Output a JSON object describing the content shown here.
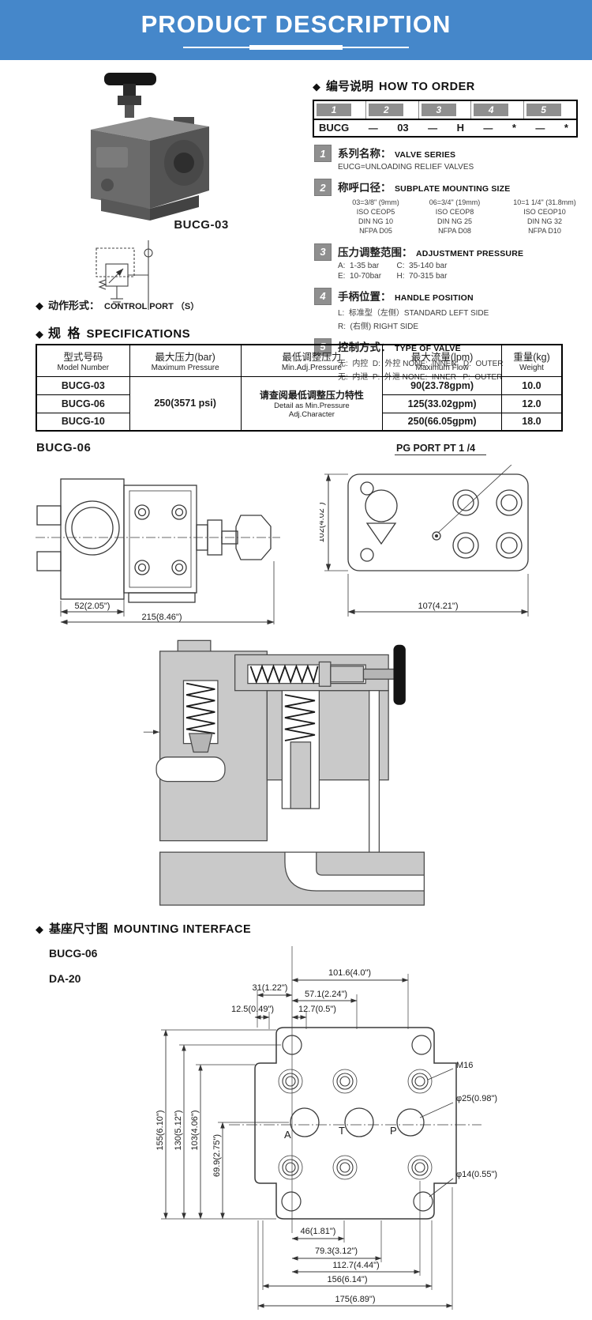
{
  "colors": {
    "header_bg": "#4587CA",
    "badge_gray": "#8F8F8F"
  },
  "header": {
    "title": "PRODUCT DESCRIPTION"
  },
  "product": {
    "photo_label": "BUCG-03",
    "control_port": {
      "diamond": "◆",
      "cn": "动作形式：",
      "en": "CONTROL PORT （S）"
    }
  },
  "how_to_order": {
    "diamond": "◆",
    "title_cn": "编号说明",
    "title_en": "HOW TO ORDER",
    "code_cols": [
      "1",
      "2",
      "3",
      "4",
      "5"
    ],
    "code_row": [
      "BUCG",
      "—",
      "03",
      "—",
      "H",
      "—",
      "*",
      "—",
      "*"
    ],
    "items": [
      {
        "num": "1",
        "cn": "系列名称：",
        "en": "VALVE SERIES",
        "line1": "EUCG=UNLOADING RELIEF VALVES"
      },
      {
        "num": "2",
        "cn": "称呼口径：",
        "en": "SUBPLATE MOUNTING SIZE",
        "col1": [
          "03=3/8\" (9mm)",
          "ISO CEOP5",
          "DIN NG 10",
          "NFPA D05"
        ],
        "col2": [
          "06=3/4\" (19mm)",
          "ISO CEOP8",
          "DIN NG 25",
          "NFPA D08"
        ],
        "col3": [
          "10=1 1/4\" (31.8mm)",
          "ISO CEOP10",
          "DIN NG 32",
          "NFPA D10"
        ]
      },
      {
        "num": "3",
        "cn": "压力调整范围：",
        "en": "ADJUSTMENT PRESSURE",
        "line1": "A:  1-35 bar        C:  35-140 bar",
        "line2": "E:  10-70bar       H:  70-315 bar"
      },
      {
        "num": "4",
        "cn": "手柄位置：",
        "en": "HANDLE POSITION",
        "line1": "L:  标准型（左侧）STANDARD LEFT SIDE",
        "line2": "R:  (右侧) RIGHT SIDE"
      },
      {
        "num": "5",
        "cn": "控制方式：",
        "en": "TYPE OF VALVE",
        "line1": "无:  内控  D:  外控 NONE:  INNER   D:  OUTER",
        "line2": "无:  内泄  P:  外泄 NONE:  INNER   P:  OUTER"
      }
    ]
  },
  "specifications": {
    "diamond": "◆",
    "title_cn": "规  格",
    "title_en": "SPECIFICATIONS",
    "headers": {
      "model_cn": "型式号码",
      "model_en": "Model Number",
      "pressure_cn": "最大压力(bar)",
      "pressure_en": "Maximum Pressure",
      "minadj_cn": "最低调整压力",
      "minadj_en": "Min.Adj.Pressure",
      "flow_cn": "最大流量(lpm)",
      "flow_en": "Maximum Flow",
      "weight_cn": "重量(kg)",
      "weight_en": "Weight"
    },
    "max_pressure": "250(3571 psi)",
    "min_adj_cn": "请查阅最低调整压力特性",
    "min_adj_en1": "Detail as Min.Pressure",
    "min_adj_en2": "Adj.Character",
    "rows": [
      {
        "model": "BUCG-03",
        "flow": "90(23.78gpm)",
        "weight": "10.0"
      },
      {
        "model": "BUCG-06",
        "flow": "125(33.02gpm)",
        "weight": "12.0"
      },
      {
        "model": "BUCG-10",
        "flow": "250(66.05gpm)",
        "weight": "18.0"
      }
    ]
  },
  "outline": {
    "model": "BUCG-06",
    "pg_port": "PG PORT PT 1 /4",
    "dim_front_width": "52(2.05\")",
    "dim_total_width": "215(8.46\")",
    "dim_side_height": "102(4.02\")",
    "dim_side_width": "107(4.21\")"
  },
  "mounting": {
    "diamond": "◆",
    "title_cn": "基座尺寸图",
    "title_en": "MOUNTING INTERFACE",
    "model": "BUCG-06",
    "subplate": "DA-20",
    "port_a": "A",
    "port_t": "T",
    "port_p": "P",
    "callout_m16": "M16",
    "callout_d25": "φ25(0.98\")",
    "callout_d14": "φ14(0.55\")",
    "dim_101": "101.6(4.0\")",
    "dim_31": "31(1.22\")",
    "dim_57": "57.1(2.24\")",
    "dim_125": "12.5(0.49\")",
    "dim_127": "12.7(0.5\")",
    "dim_155": "155(6.10\")",
    "dim_130": "130(5.12\")",
    "dim_103": "103(4.06\")",
    "dim_699": "69.9(2.75\")",
    "dim_46": "46(1.81\")",
    "dim_793": "79.3(3.12\")",
    "dim_1127": "112.7(4.44\")",
    "dim_156": "156(6.14\")",
    "dim_175": "175(6.89\")"
  }
}
